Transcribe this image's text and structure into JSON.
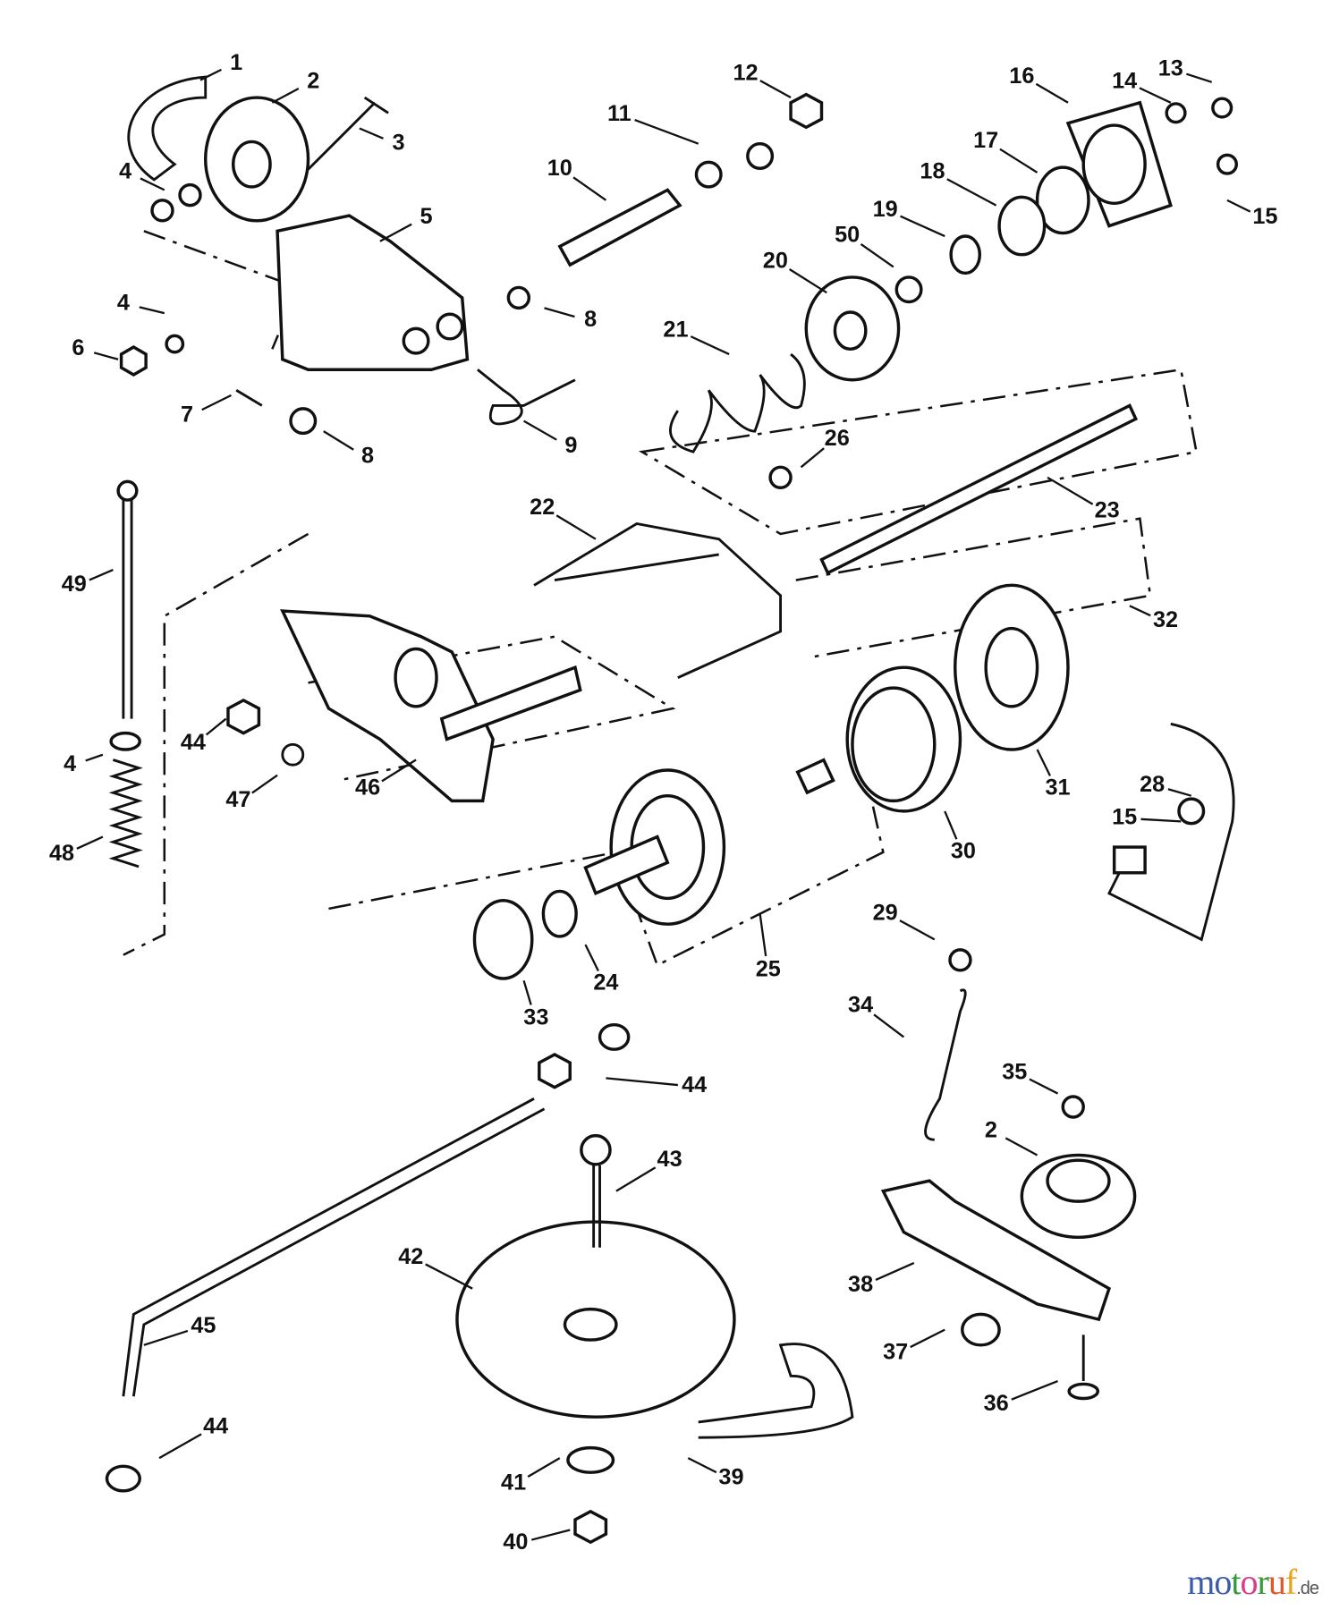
{
  "callouts": [
    "1",
    "2",
    "3",
    "4",
    "5",
    "4",
    "6",
    "7",
    "8",
    "8",
    "9",
    "10",
    "11",
    "12",
    "13",
    "14",
    "16",
    "15",
    "17",
    "18",
    "19",
    "50",
    "20",
    "21",
    "26",
    "23",
    "22",
    "32",
    "49",
    "44",
    "4",
    "48",
    "47",
    "46",
    "31",
    "28",
    "15",
    "30",
    "25",
    "33",
    "24",
    "29",
    "34",
    "35",
    "44",
    "43",
    "2",
    "42",
    "38",
    "45",
    "37",
    "36",
    "44",
    "41",
    "39",
    "40"
  ],
  "watermark": {
    "text": "motoruf",
    "suffix": ".de",
    "colors": [
      "#3b5ca8",
      "#3b5ca8",
      "#2f9a3a",
      "#d93c8a",
      "#3a9a3a",
      "#e0582a",
      "#e9a21a"
    ]
  }
}
